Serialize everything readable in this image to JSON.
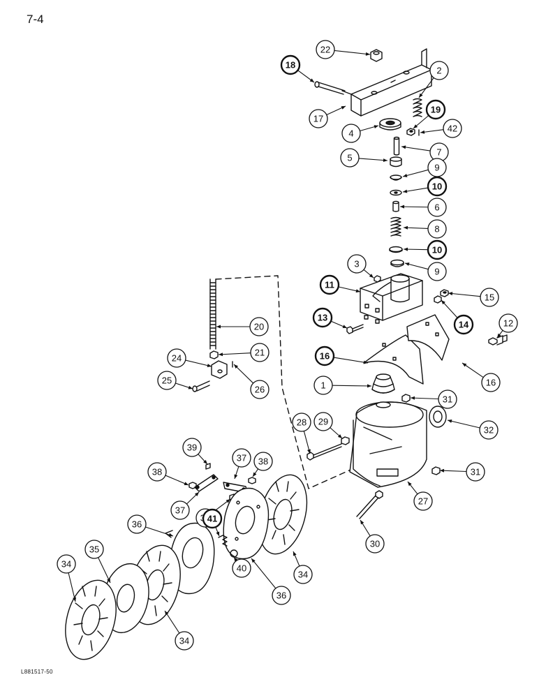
{
  "page": {
    "number": "7-4",
    "figure_code": "L881517-50"
  },
  "callouts": [
    {
      "id": "c22",
      "label": "22",
      "bold": false
    },
    {
      "id": "c18",
      "label": "18",
      "bold": true
    },
    {
      "id": "c2",
      "label": "2",
      "bold": false
    },
    {
      "id": "c17",
      "label": "17",
      "bold": false
    },
    {
      "id": "c19",
      "label": "19",
      "bold": true
    },
    {
      "id": "c4",
      "label": "4",
      "bold": false
    },
    {
      "id": "c42",
      "label": "42",
      "bold": false
    },
    {
      "id": "c5",
      "label": "5",
      "bold": false
    },
    {
      "id": "c7",
      "label": "7",
      "bold": false
    },
    {
      "id": "c9a",
      "label": "9",
      "bold": false
    },
    {
      "id": "c10a",
      "label": "10",
      "bold": true
    },
    {
      "id": "c6",
      "label": "6",
      "bold": false
    },
    {
      "id": "c8",
      "label": "8",
      "bold": false
    },
    {
      "id": "c10b",
      "label": "10",
      "bold": true
    },
    {
      "id": "c9b",
      "label": "9",
      "bold": false
    },
    {
      "id": "c3",
      "label": "3",
      "bold": false
    },
    {
      "id": "c11",
      "label": "11",
      "bold": true
    },
    {
      "id": "c15",
      "label": "15",
      "bold": false
    },
    {
      "id": "c13",
      "label": "13",
      "bold": true
    },
    {
      "id": "c14",
      "label": "14",
      "bold": true
    },
    {
      "id": "c12",
      "label": "12",
      "bold": false
    },
    {
      "id": "c20",
      "label": "20",
      "bold": false
    },
    {
      "id": "c16a",
      "label": "16",
      "bold": true
    },
    {
      "id": "c21",
      "label": "21",
      "bold": false
    },
    {
      "id": "c24",
      "label": "24",
      "bold": false
    },
    {
      "id": "c25",
      "label": "25",
      "bold": false
    },
    {
      "id": "c26",
      "label": "26",
      "bold": false
    },
    {
      "id": "c16b",
      "label": "16",
      "bold": false
    },
    {
      "id": "c1",
      "label": "1",
      "bold": false
    },
    {
      "id": "c31a",
      "label": "31",
      "bold": false
    },
    {
      "id": "c28",
      "label": "28",
      "bold": false
    },
    {
      "id": "c29",
      "label": "29",
      "bold": false
    },
    {
      "id": "c32",
      "label": "32",
      "bold": false
    },
    {
      "id": "c39a",
      "label": "39",
      "bold": false
    },
    {
      "id": "c37a",
      "label": "37",
      "bold": false
    },
    {
      "id": "c38a",
      "label": "38",
      "bold": false
    },
    {
      "id": "c38b",
      "label": "38",
      "bold": false
    },
    {
      "id": "c31b",
      "label": "31",
      "bold": false
    },
    {
      "id": "c37b",
      "label": "37",
      "bold": false
    },
    {
      "id": "c27",
      "label": "27",
      "bold": false
    },
    {
      "id": "c39b",
      "label": "39",
      "bold": false
    },
    {
      "id": "c36a",
      "label": "36",
      "bold": false
    },
    {
      "id": "c41",
      "label": "41",
      "bold": true
    },
    {
      "id": "c35",
      "label": "35",
      "bold": false
    },
    {
      "id": "c40",
      "label": "40",
      "bold": false
    },
    {
      "id": "c34a",
      "label": "34",
      "bold": false
    },
    {
      "id": "c34b",
      "label": "34",
      "bold": false
    },
    {
      "id": "c36b",
      "label": "36",
      "bold": false
    },
    {
      "id": "c30",
      "label": "30",
      "bold": false
    },
    {
      "id": "c34c",
      "label": "34",
      "bold": false
    }
  ]
}
